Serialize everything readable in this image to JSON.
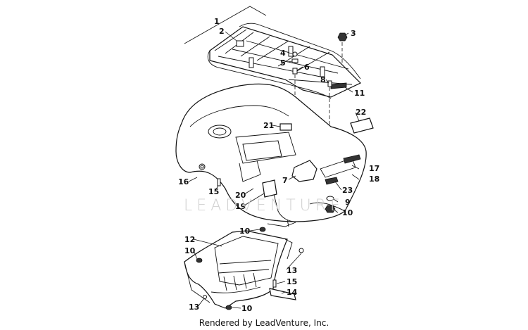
{
  "watermark": "LEADVENTURE",
  "credit": "Rendered by LeadVenture, Inc.",
  "callouts": {
    "c1": "1",
    "c2": "2",
    "c3": "3",
    "c4": "4",
    "c5": "5",
    "c6": "6",
    "c7": "7",
    "c8": "8",
    "c9": "9",
    "c10a": "10",
    "c10b": "10",
    "c10c": "10",
    "c10d": "10",
    "c11": "11",
    "c12": "12",
    "c13a": "13",
    "c13b": "13",
    "c14": "14",
    "c15a": "15",
    "c15b": "15",
    "c16": "16",
    "c17": "17",
    "c18": "18",
    "c19": "19",
    "c20": "20",
    "c21": "21",
    "c22": "22",
    "c23": "23"
  }
}
